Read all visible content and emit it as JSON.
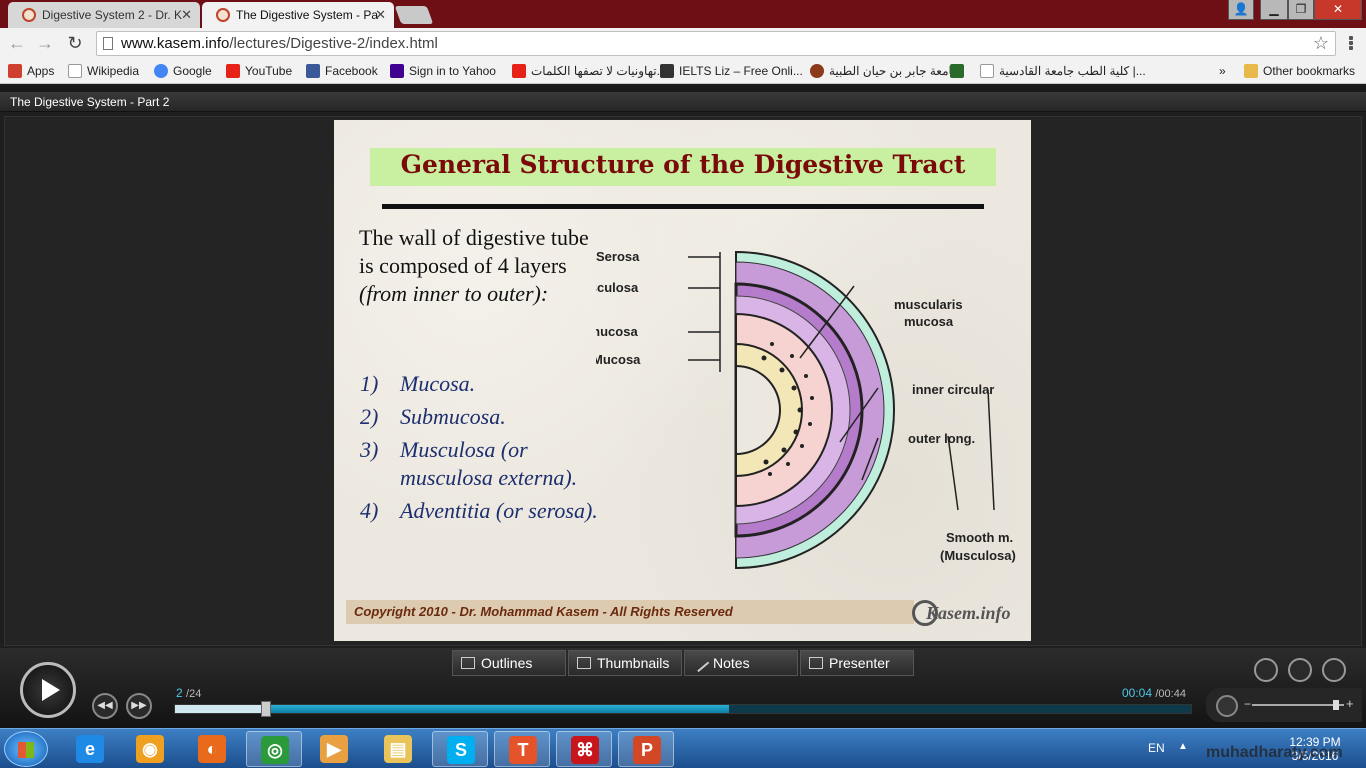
{
  "browser": {
    "tabs": [
      {
        "title": "Digestive System 2 - Dr. K",
        "active": false
      },
      {
        "title": "The Digestive System - Pa",
        "active": true
      }
    ],
    "url": {
      "host": "www.kasem.info",
      "path": "/lectures/Digestive-2/index.html"
    },
    "bookmarks": [
      {
        "label": "Apps",
        "icon": "apps-grid-icon",
        "color": "#d04030"
      },
      {
        "label": "Wikipedia",
        "icon": "page-icon",
        "color": "#999999"
      },
      {
        "label": "Google",
        "icon": "google-icon",
        "color": "#4285f4"
      },
      {
        "label": "YouTube",
        "icon": "youtube-icon",
        "color": "#e62117"
      },
      {
        "label": "Facebook",
        "icon": "facebook-icon",
        "color": "#3b5998"
      },
      {
        "label": "Sign in to Yahoo",
        "icon": "yahoo-icon",
        "color": "#400090"
      },
      {
        "label": "تهاونيات لا تصفها الكلمات...",
        "icon": "youtube-icon",
        "color": "#e62117"
      },
      {
        "label": "IELTS Liz – Free Onli...",
        "icon": "ielts-icon",
        "color": "#333333"
      },
      {
        "label": "جامعة جابر بن حيان الطبية",
        "icon": "university-icon",
        "color": "#8b3a1a"
      },
      {
        "label": "",
        "icon": "site-icon",
        "color": "#2a6a2a"
      },
      {
        "label": "كلية الطب جامعة القادسية |...",
        "icon": "page-icon",
        "color": "#999999"
      },
      {
        "label": "»",
        "icon": "",
        "color": ""
      },
      {
        "label": "Other bookmarks",
        "icon": "folder-icon",
        "color": "#e8b84a"
      }
    ]
  },
  "player": {
    "title": "The Digestive System - Part 2",
    "slide": {
      "title": "General Structure of the Digestive Tract",
      "intro": "The wall of digestive tube is composed of 4 layers ",
      "intro_italic": "(from inner to outer):",
      "layers": [
        {
          "num": "1)",
          "text": "Mucosa."
        },
        {
          "num": "2)",
          "text": "Submucosa."
        },
        {
          "num": "3)",
          "text": "Musculosa (or musculosa externa)."
        },
        {
          "num": "4)",
          "text": "Adventitia (or serosa)."
        }
      ],
      "diagram_labels": {
        "serosa": "Serosa",
        "musculosa": "Musculosa",
        "submucosa": "Submucosa",
        "mucosa": "Mucosa",
        "muscularis_1": "muscularis",
        "muscularis_2": "mucosa",
        "inner_circular": "inner circular",
        "outer_long": "outer long.",
        "smooth_1": "Smooth m.",
        "smooth_2": "(Musculosa)"
      },
      "copyright": "Copyright 2010 - Dr. Mohammad Kasem - All Rights Reserved",
      "logo": "Kasem.info"
    },
    "panel_tabs": [
      {
        "label": "Outlines",
        "icon": "list-icon"
      },
      {
        "label": "Thumbnails",
        "icon": "thumbnails-icon"
      },
      {
        "label": "Notes",
        "icon": "pencil-icon"
      },
      {
        "label": "Presenter",
        "icon": "presenter-icon"
      }
    ],
    "slide_current": "2",
    "slide_total": "/24",
    "time_current": "00:04",
    "time_total": "/00:44",
    "progress_fraction": 0.545,
    "seek_fraction": 0.09,
    "volume_fraction": 0.95
  },
  "taskbar": {
    "apps": [
      {
        "name": "internet-explorer-icon",
        "glyph": "e",
        "color": "#1e8ae6",
        "open": false
      },
      {
        "name": "orange-app-icon",
        "glyph": "◉",
        "color": "#f0a020",
        "open": false
      },
      {
        "name": "firefox-icon",
        "glyph": "◐",
        "color": "#e86a1a",
        "open": false
      },
      {
        "name": "chrome-icon",
        "glyph": "◎",
        "color": "#2a9a3a",
        "open": true
      },
      {
        "name": "media-player-icon",
        "glyph": "▶",
        "color": "#e8a040",
        "open": false
      },
      {
        "name": "file-explorer-icon",
        "glyph": "▤",
        "color": "#e8c45a",
        "open": false
      },
      {
        "name": "skype-icon",
        "glyph": "S",
        "color": "#00aff0",
        "open": true
      },
      {
        "name": "t-app-icon",
        "glyph": "T",
        "color": "#e5532a",
        "open": true
      },
      {
        "name": "pdf-reader-icon",
        "glyph": "⌘",
        "color": "#c8161d",
        "open": true
      },
      {
        "name": "powerpoint-icon",
        "glyph": "P",
        "color": "#d24726",
        "open": true
      }
    ],
    "language": "EN",
    "time": "12:39 PM",
    "date": "3/5/2016"
  },
  "watermark": "muhadharaty.com"
}
